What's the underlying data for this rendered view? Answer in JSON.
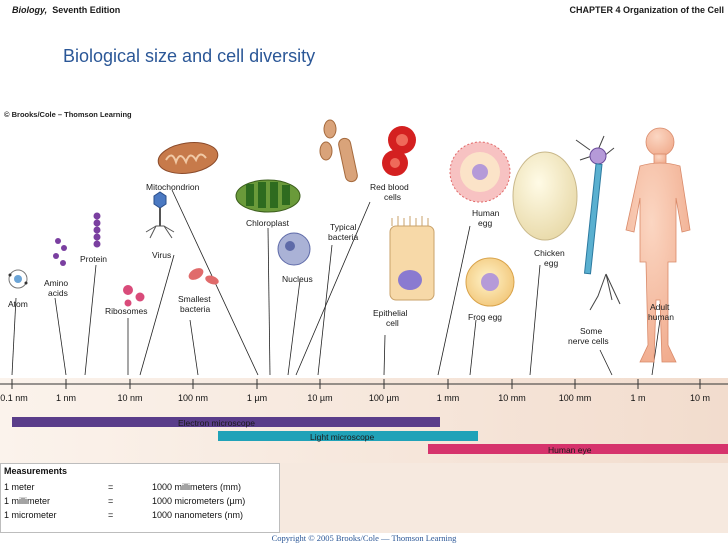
{
  "header": {
    "book_italic": "Biology,",
    "book_rest": "Seventh Edition",
    "chapter": "CHAPTER 4 Organization of the Cell"
  },
  "title": "Biological size and cell diversity",
  "figure_credit": "© Brooks/Cole – Thomson Learning",
  "labels": {
    "atom": "Atom",
    "amino_1": "Amino",
    "amino_2": "acids",
    "protein": "Protein",
    "ribosomes": "Ribosomes",
    "mitochondrion": "Mitochondrion",
    "virus": "Virus",
    "smallest_1": "Smallest",
    "smallest_2": "bacteria",
    "chloroplast": "Chloroplast",
    "nucleus": "Nucleus",
    "typical_1": "Typical",
    "typical_2": "bacteria",
    "rbc_1": "Red blood",
    "rbc_2": "cells",
    "epithelial_1": "Epithelial",
    "epithelial_2": "cell",
    "human_egg_1": "Human",
    "human_egg_2": "egg",
    "frog_egg": "Frog egg",
    "chicken_1": "Chicken",
    "chicken_2": "egg",
    "nerve_1": "Some",
    "nerve_2": "nerve cells",
    "adult_1": "Adult",
    "adult_2": "human"
  },
  "scale": [
    "0.1 nm",
    "1 nm",
    "10 nm",
    "100 nm",
    "1 µm",
    "10 µm",
    "100 µm",
    "1 mm",
    "10 mm",
    "100 mm",
    "1 m",
    "10 m"
  ],
  "ranges": {
    "electron": "Electron microscope",
    "light": "Light microscope",
    "eye": "Human eye"
  },
  "measurements": {
    "heading": "Measurements",
    "rows": [
      {
        "unit": "1 meter",
        "eq": "=",
        "value": "1000 millimeters (mm)"
      },
      {
        "unit": "1 millimeter",
        "eq": "=",
        "value": "1000 micrometers (µm)"
      },
      {
        "unit": "1 micrometer",
        "eq": "=",
        "value": "1000 nanometers (nm)"
      }
    ]
  },
  "footer": "Copyright © 2005 Brooks/Cole — Thomson Learning",
  "colors": {
    "title": "#2b5797",
    "electron_bar": "#5a3d8a",
    "light_bar": "#20a2b8",
    "eye_bar": "#d6336c",
    "background_band": "#f6e9df"
  }
}
